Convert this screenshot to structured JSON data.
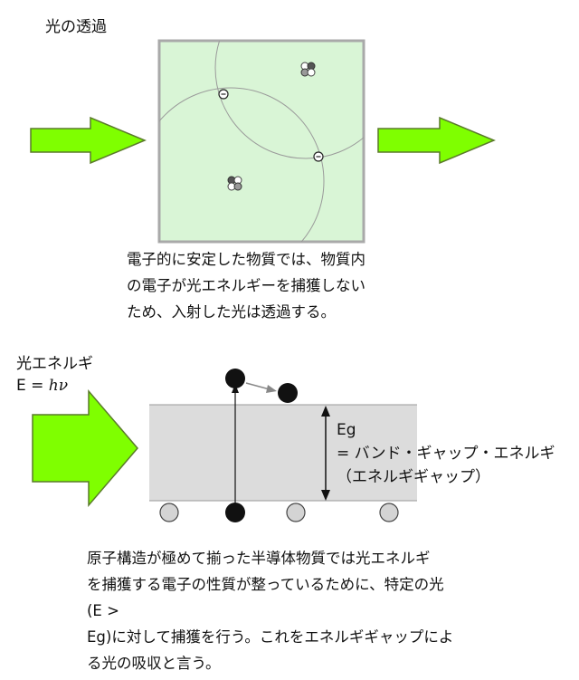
{
  "section1": {
    "title": "光の透過",
    "caption_lines": [
      "電子的に安定した物質では、物質内",
      "の電子が光エネルギーを捕獲しない",
      "ため、入射した光は透過する。"
    ]
  },
  "section2": {
    "photon_label_line1": "光エネルギ",
    "photon_label_prefix": "E = ",
    "photon_label_h": "h",
    "photon_label_nu": "ν",
    "bandgap_label_lines": [
      "Eg",
      "= バンド・ギャップ・エネルギ",
      "（エネルギギャップ）"
    ],
    "caption_lines": [
      "原子構造が極めて揃った半導体物質では光エネルギ",
      "を捕獲する電子の性質が整っているために、特定の光",
      "(E >",
      "Eg)に対して捕獲を行う。これをエネルギギャップによ",
      "る光の吸収と言う。"
    ]
  },
  "colors": {
    "arrow_fill": "#7fff00",
    "arrow_stroke": "#5a7a2a",
    "material_fill": "#d9f5d6",
    "material_border": "#a9a9a9",
    "band_fill": "#dcdcdc",
    "electron_fill": "#111111",
    "hole_fill": "#d4d4d4"
  }
}
